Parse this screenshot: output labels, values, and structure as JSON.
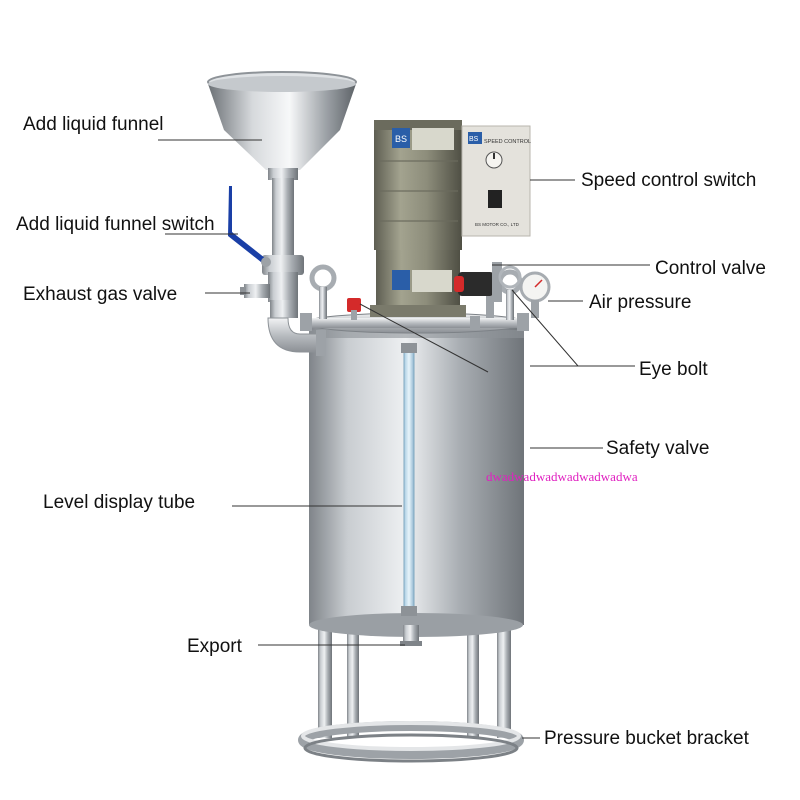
{
  "labels": {
    "funnel": "Add liquid funnel",
    "funnel_switch": "Add liquid funnel switch",
    "exhaust": "Exhaust gas valve",
    "level_tube": "Level display tube",
    "export": "Export",
    "speed_switch": "Speed control switch",
    "control_valve": "Control valve",
    "air_pressure": "Air pressure",
    "eye_bolt": "Eye bolt",
    "safety_valve": "Safety valve",
    "bracket": "Pressure bucket bracket"
  },
  "watermark": "dwadwadwadwadwadwadwa",
  "controller_box": {
    "logo": "BS",
    "title": "SPEED CONTROL",
    "maker": "BS MOTOR CO., LTD"
  },
  "motor_tag": {
    "logo": "BS"
  },
  "colors": {
    "steel": "#b8bcc0",
    "motor_body": "#8a8a78",
    "label_plate": "#2a5ea8",
    "valve_handle": "#1a3fa6",
    "red_cap": "#d42a2a",
    "watermark": "#e020c0",
    "leader_line": "#333333"
  }
}
